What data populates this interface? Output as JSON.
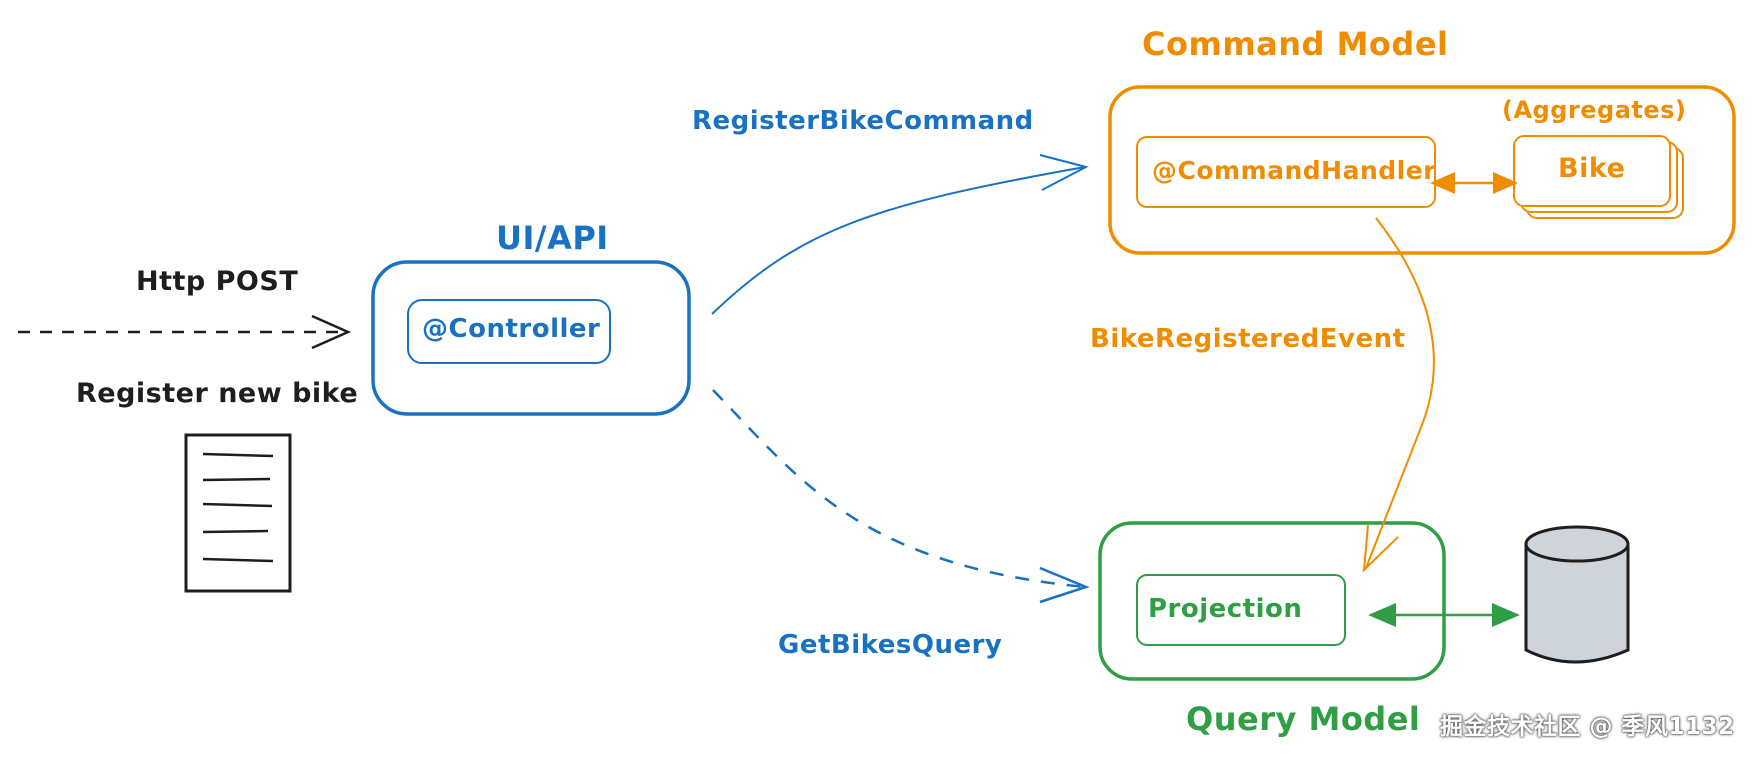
{
  "colors": {
    "blue": "#1971c2",
    "orange": "#f08c00",
    "green": "#2f9e44",
    "black": "#1e1e1e",
    "db_fill": "#ced4da"
  },
  "input": {
    "method_label": "Http POST",
    "request_label": "Register new bike",
    "document_icon": "document-icon"
  },
  "ui_api": {
    "title": "UI/API",
    "controller": "@Controller"
  },
  "command_model": {
    "title": "Command Model",
    "aggregates_label": "(Aggregates)",
    "handler": "@CommandHandler",
    "aggregate": "Bike"
  },
  "query_model": {
    "title": "Query Model",
    "projection": "Projection",
    "database_icon": "database-icon"
  },
  "flows": {
    "command": "RegisterBikeCommand",
    "event": "BikeRegisteredEvent",
    "query": "GetBikesQuery"
  },
  "watermark": "掘金技术社区 @ 季风1132"
}
